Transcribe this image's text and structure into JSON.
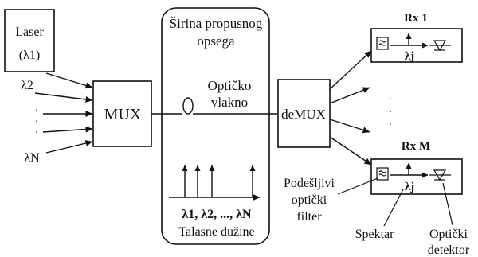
{
  "laser": {
    "line1": "Laser",
    "line2": "(λ1)"
  },
  "lambdas": {
    "l2": "λ2",
    "dot1": ".",
    "dot2": ".",
    "dot3": ".",
    "lN": "λN"
  },
  "mux": {
    "label": "MUX"
  },
  "bandwidth": {
    "title_line1": "Širina propusnog",
    "title_line2": "opsega",
    "fiber_line1": "Optičko",
    "fiber_line2": "vlakno",
    "spectrum_line1": "λ1, λ2, ..., λN",
    "spectrum_line2": "Talasne dužine"
  },
  "demux": {
    "label": "deMUX"
  },
  "rx1": {
    "label": "Rx 1",
    "lambda": "λj"
  },
  "rxm": {
    "label": "Rx M",
    "lambda": "λj"
  },
  "right_dots": {
    "d1": ".",
    "d2": ".",
    "d3": "."
  },
  "annotations": {
    "filter_line1": "Podešljivi",
    "filter_line2": "optički",
    "filter_line3": "filter",
    "spectrum": "Spektar",
    "detector_line1": "Optički",
    "detector_line2": "detektor"
  }
}
